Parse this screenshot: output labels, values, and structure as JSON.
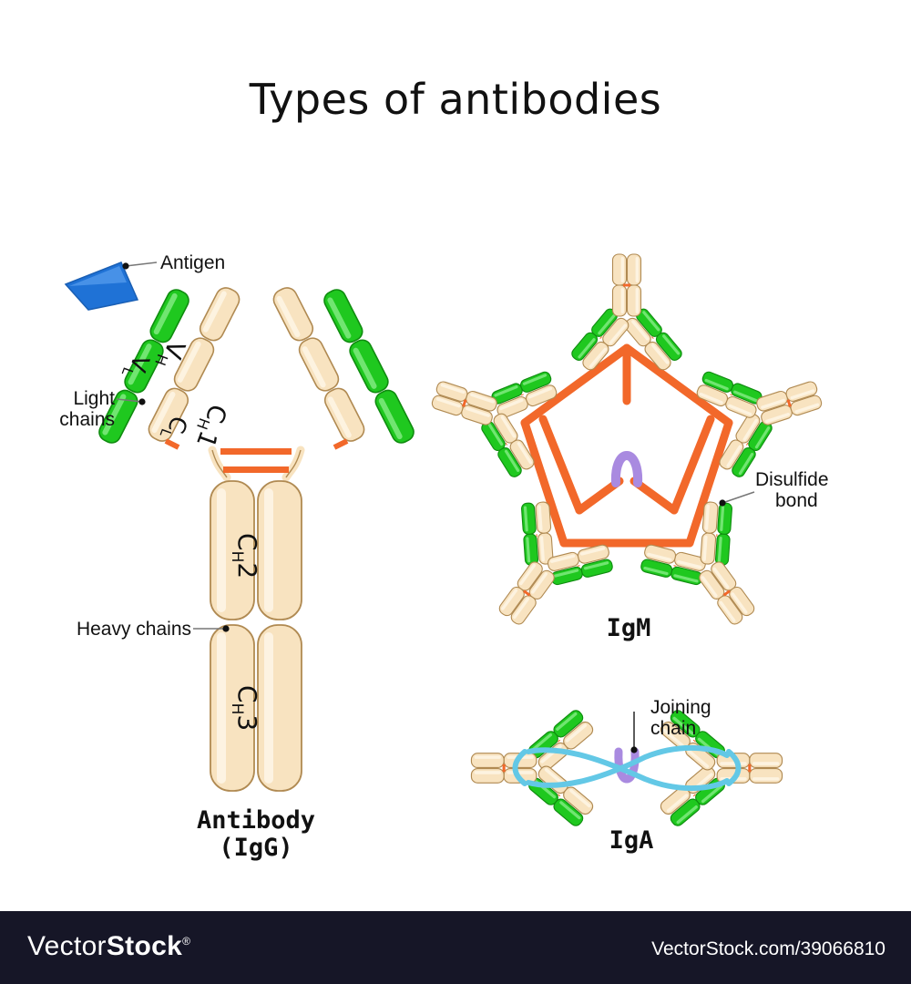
{
  "title": "Types of antibodies",
  "colors": {
    "heavy_chain_fill": "#f8e3c0",
    "heavy_chain_stroke": "#b08a52",
    "heavy_chain_highlight": "#fdf3e2",
    "light_chain_fill": "#1fc81f",
    "light_chain_stroke": "#0f8c0f",
    "light_chain_highlight": "#7ae87a",
    "antigen_fill": "#1f72d6",
    "antigen_highlight": "#4f96ea",
    "disulfide_bond": "#f2682a",
    "joining_chain": "#a98ae0",
    "secretory_component": "#63c8e6",
    "leader_line": "#777777",
    "text": "#111111",
    "footer_bg": "#161627",
    "page_bg": "#ffffff"
  },
  "igg": {
    "caption_line1": "Antibody",
    "caption_line2": "(IgG)",
    "labels": {
      "antigen": "Antigen",
      "light_chains_line1": "Light",
      "light_chains_line2": "chains",
      "heavy_chains": "Heavy chains"
    },
    "domains": {
      "vh": "V",
      "vh_sub": "H",
      "vl": "V",
      "vl_sub": "L",
      "ch1": "C",
      "ch1_sub": "H",
      "ch1_num": "1",
      "cl": "C",
      "cl_sub": "L",
      "ch2": "C",
      "ch2_sub": "H",
      "ch2_num": "2",
      "ch3": "C",
      "ch3_sub": "H",
      "ch3_num": "3"
    }
  },
  "igm": {
    "caption": "IgM",
    "labels": {
      "disulfide_line1": "Disulfide",
      "disulfide_line2": "bond"
    },
    "unit_count": 5
  },
  "iga": {
    "caption": "IgA",
    "labels": {
      "joining_line1": "Joining",
      "joining_line2": "chain"
    },
    "unit_count": 2
  },
  "footer": {
    "logo_prefix": "Vector",
    "logo_suffix": "Stock",
    "logo_mark": "®",
    "url": "VectorStock.com/39066810"
  }
}
